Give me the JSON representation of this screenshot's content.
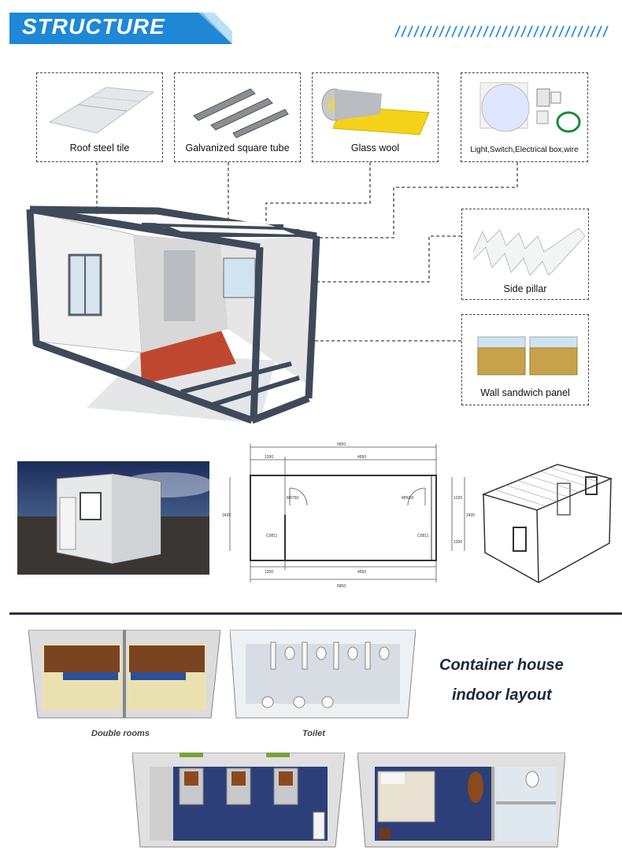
{
  "header": {
    "title": "STRUCTURE"
  },
  "materials": {
    "roof": "Roof steel tile",
    "tube": "Galvanized square tube",
    "wool": "Glass wool",
    "electric": "Light,Switch,Electrical box,wire",
    "pillar": "Side pillar",
    "panel": "Wall sandwich panel"
  },
  "plan": {
    "top_total": "5850",
    "top_left": "1200",
    "top_right": "4650",
    "bottom_left": "1200",
    "bottom_right": "4650",
    "bottom_total": "5850",
    "height": "2435",
    "door1": "M0750",
    "door2": "M0650",
    "win1": "C0811",
    "win2": "C0811",
    "right_top": "1220",
    "right_bottom": "1200"
  },
  "indoor": {
    "heading_line1": "Container house",
    "heading_line2": "indoor layout",
    "double_rooms": "Double rooms",
    "toilet": "Toilet"
  },
  "colors": {
    "accent": "#1e88d6",
    "frame": "#3e4a5a",
    "floor": "#c0472f",
    "navy": "#23366b"
  }
}
